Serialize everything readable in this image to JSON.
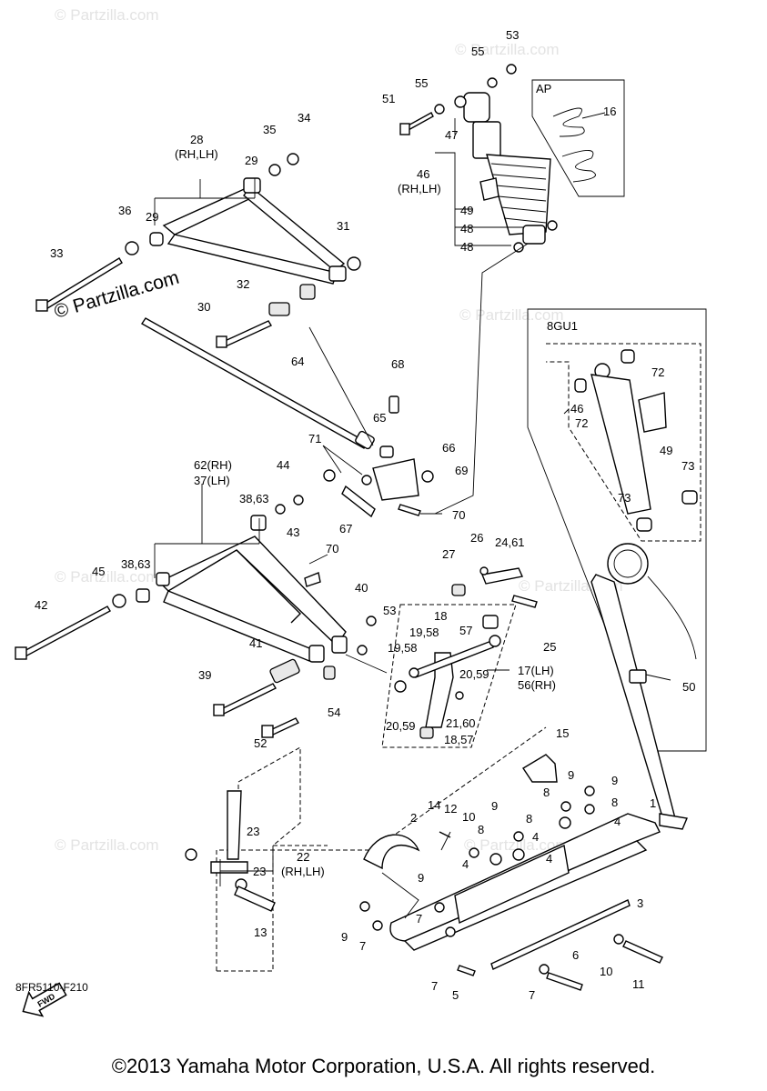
{
  "watermark": "© Partzilla.com",
  "insets": {
    "ap": "AP",
    "gu1": "8GU1"
  },
  "callouts": {
    "n1": "1",
    "n2": "2",
    "n3": "3",
    "n4": "4",
    "n5": "5",
    "n6": "6",
    "n7": "7",
    "n8": "8",
    "n9": "9",
    "n10": "10",
    "n11": "11",
    "n12": "12",
    "n13": "13",
    "n14": "14",
    "n15": "15",
    "n16": "16",
    "n17": "17(LH)",
    "n56": "56(RH)",
    "n22": "22",
    "n22b": "(RH,LH)",
    "n23": "23",
    "n2461": "24,61",
    "n25": "25",
    "n26": "26",
    "n27": "27",
    "n28": "28",
    "n28b": "(RH,LH)",
    "n29": "29",
    "n30": "30",
    "n31": "31",
    "n32": "32",
    "n33": "33",
    "n34": "34",
    "n35": "35",
    "n36": "36",
    "n3863": "38,63",
    "n39": "39",
    "n40": "40",
    "n41": "41",
    "n42": "42",
    "n43": "43",
    "n44": "44",
    "n45": "45",
    "n46": "46",
    "n46b": "(RH,LH)",
    "n47": "47",
    "n48": "48",
    "n49": "49",
    "n50": "50",
    "n51": "51",
    "n52": "52",
    "n53": "53",
    "n54": "54",
    "n55": "55",
    "n62": "62(RH)",
    "n37": "37(LH)",
    "n64": "64",
    "n65": "65",
    "n66": "66",
    "n67": "67",
    "n68": "68",
    "n69": "69",
    "n70": "70",
    "n71": "71",
    "n72": "72",
    "n73": "73",
    "n1858": "18,57",
    "n1958": "19,58",
    "n2059": "20,59",
    "n2160": "21,60",
    "n18": "18",
    "n57": "57"
  },
  "fwd": "FWD",
  "catalog_code": "8FR5110-F210",
  "copyright": "©2013 Yamaha Motor Corporation, U.S.A. All rights reserved."
}
